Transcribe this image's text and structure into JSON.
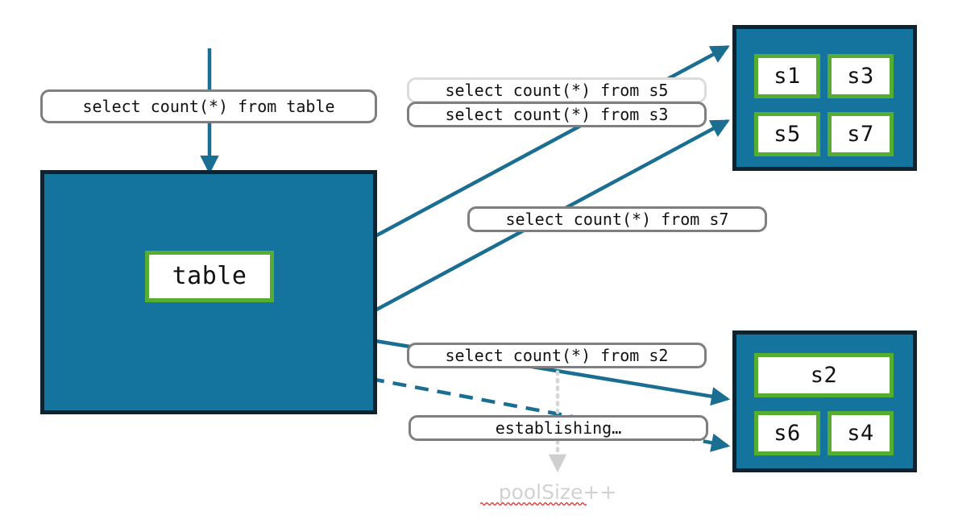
{
  "diagram": {
    "title": "Database connection pool query routing",
    "colors": {
      "container_fill": "#14749e",
      "container_border": "#0d2430",
      "node_border": "#55ad32",
      "node_fill": "#ffffff",
      "edge": "#1a6e91",
      "label_border": "#7f7f7f",
      "label_border_light": "#dcdcdc",
      "ghost_text": "#d2d2d2",
      "spellcheck_underline": "#e03030",
      "background": "#ffffff"
    }
  },
  "source": {
    "container_name": "table-container",
    "node_label": "table"
  },
  "pools": [
    {
      "name": "upper-pool",
      "nodes": [
        "s1",
        "s3",
        "s5",
        "s7"
      ]
    },
    {
      "name": "lower-pool",
      "nodes": [
        "s2",
        "s6",
        "s4"
      ]
    }
  ],
  "labels": {
    "incoming_query": "select count(*) from table",
    "query_s5": "select count(*) from s5",
    "query_s3": "select count(*) from s3",
    "query_s7": "select count(*) from s7",
    "query_s2": "select count(*) from s2",
    "establishing": "establishing…",
    "pool_size": "poolSize++"
  },
  "edges": [
    {
      "name": "edge-incoming-to-table",
      "style": "solid",
      "from": "top",
      "to": "table-container"
    },
    {
      "name": "edge-table-to-s5",
      "style": "solid",
      "to": "upper-pool"
    },
    {
      "name": "edge-table-to-s3",
      "style": "solid",
      "to": "upper-pool"
    },
    {
      "name": "edge-table-to-s2",
      "style": "solid",
      "to": "lower-pool"
    },
    {
      "name": "edge-table-to-new-connection",
      "style": "dashed",
      "to": "lower-pool"
    },
    {
      "name": "edge-establishing-to-poolsize",
      "style": "dotted",
      "to": "poolSize++"
    }
  ]
}
